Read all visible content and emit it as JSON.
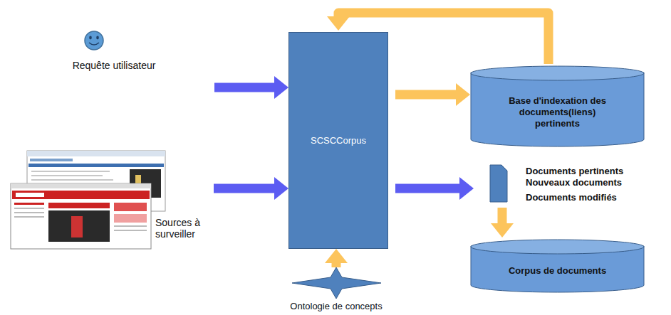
{
  "diagram": {
    "nodes": [
      {
        "text": [
          "Requête utilisateur"
        ]
      },
      {
        "text": [
          "Sources à surveiller"
        ]
      },
      {
        "text": [
          "SCSCCorpus"
        ]
      },
      {
        "text": [
          "Base d'indexation des documents(liens) pertinents"
        ]
      },
      {
        "text": [
          "Documents pertinents",
          "Nouveaux documents",
          "Documents modifiés"
        ]
      },
      {
        "text": [
          "Corpus de documents"
        ]
      },
      {
        "text": [
          "Ontologie de concepts"
        ]
      }
    ],
    "edges": [
      {
        "from": 0,
        "to": 2,
        "arrow": "to"
      },
      {
        "from": 1,
        "to": 2,
        "arrow": "to"
      },
      {
        "from": 2,
        "to": 3,
        "arrow": "to"
      },
      {
        "from": 3,
        "to": 2,
        "arrow": "to"
      },
      {
        "from": 2,
        "to": 4,
        "arrow": "to"
      },
      {
        "from": 4,
        "to": 5,
        "arrow": "to"
      },
      {
        "from": 6,
        "to": 2,
        "arrow": "to"
      }
    ]
  }
}
